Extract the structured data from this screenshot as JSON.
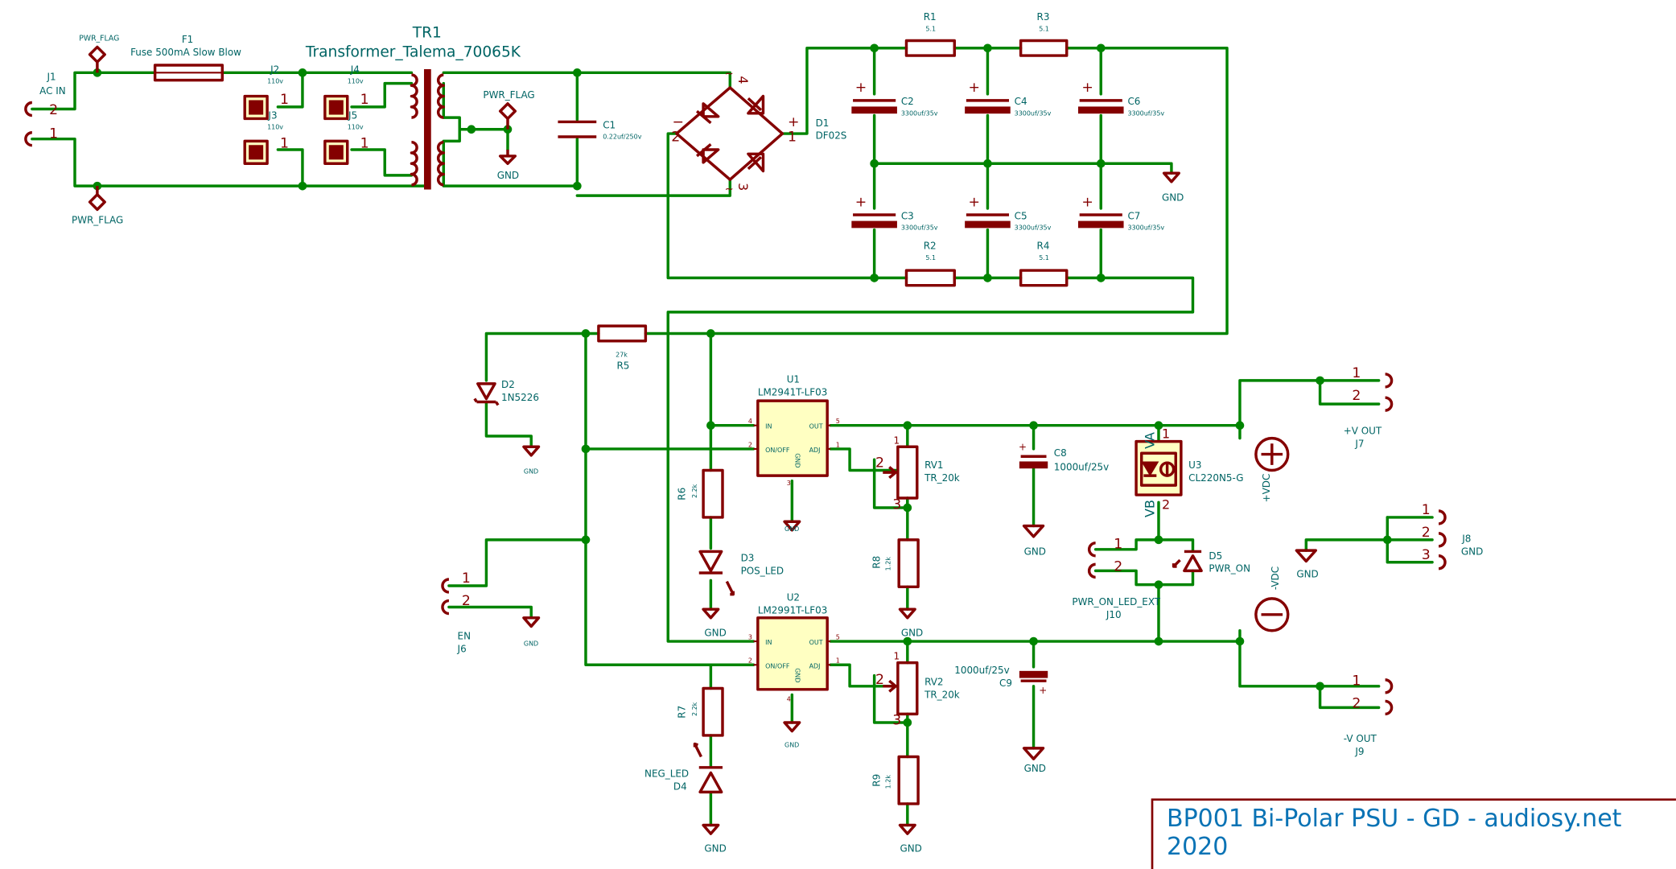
{
  "title_block": {
    "text": "BP001 Bi-Polar PSU - GD - audiosy.net 2020"
  },
  "colors": {
    "wire": "#008400",
    "part": "#840000",
    "text": "#006464",
    "title": "#0a73b5",
    "body_fill": "#ffffc2"
  },
  "labels": {
    "pwr_flag": "PWR_FLAG",
    "gnd": "GND",
    "j1_ref": "J1",
    "j1_val": "AC IN",
    "f1_ref": "F1",
    "f1_val": "Fuse 500mA Slow Blow",
    "tr1_ref": "TR1",
    "tr1_val": "Transformer_Talema_70065K",
    "j2": "J2",
    "j3": "J3",
    "j4": "J4",
    "j5": "J5",
    "v110": "110v",
    "c1_ref": "C1",
    "c1_val": "0.22uf/250v",
    "d1_ref": "D1",
    "d1_val": "DF02S",
    "r1": "R1",
    "r2": "R2",
    "r3": "R3",
    "r4": "R4",
    "r51": "5.1",
    "c2": "C2",
    "c3": "C3",
    "c4": "C4",
    "c5": "C5",
    "c6": "C6",
    "c7": "C7",
    "c3300": "3300uf/35v",
    "r5_ref": "R5",
    "r5_val": "27k",
    "d2_ref": "D2",
    "d2_val": "1N5226",
    "u1_ref": "U1",
    "u1_val": "LM2941T-LF03",
    "u2_ref": "U2",
    "u2_val": "LM2991T-LF03",
    "pin_in": "IN",
    "pin_onoff": "ON/OFF",
    "pin_gnd": "GND",
    "pin_out": "OUT",
    "pin_adj": "ADJ",
    "rv1_ref": "RV1",
    "rv1_val": "TR_20k",
    "rv2_ref": "RV2",
    "rv2_val": "TR_20k",
    "r6_ref": "R6",
    "r6_val": "2.2k",
    "r7_ref": "R7",
    "r7_val": "2.2k",
    "r8_ref": "R8",
    "r8_val": "1.2k",
    "r9_ref": "R9",
    "r9_val": "1.2k",
    "d3_ref": "D3",
    "d3_val": "POS_LED",
    "d4_ref": "D4",
    "d4_val": "NEG_LED",
    "c8_ref": "C8",
    "c8_val": "1000uf/25v",
    "c9_ref": "C9",
    "c9_val": "1000uf/25v",
    "u3_ref": "U3",
    "u3_val": "CL220N5-G",
    "va": "VA",
    "vb": "VB",
    "d5_ref": "D5",
    "d5_val": "PWR_ON",
    "j10_ref": "J10",
    "j10_val": "PWR_ON_LED_EXT",
    "j6_ref": "J6",
    "j6_val": "EN",
    "j7_ref": "J7",
    "j7_val": "+V OUT",
    "j8_ref": "J8",
    "j8_val": "GND",
    "j9_ref": "J9",
    "j9_val": "-V OUT",
    "pvdc": "+VDC",
    "nvdc": "-VDC",
    "n1": "1",
    "n2": "2",
    "n3": "3",
    "n4": "4",
    "n5": "5",
    "tilde": "~",
    "minus": "−",
    "plus": "+"
  }
}
